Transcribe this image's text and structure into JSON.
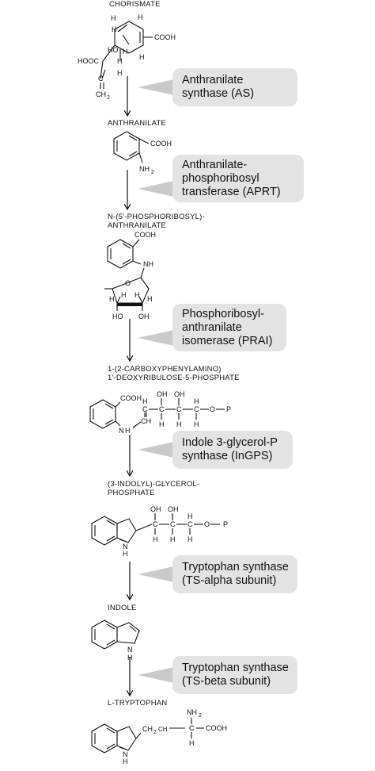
{
  "compounds": {
    "chorismate": "CHORISMATE",
    "anthranilate": "ANTHRANILATE",
    "prpp_anthranilate_1": "N-(5'-PHOSPHORIBOSYL)-",
    "prpp_anthranilate_2": "ANTHRANILATE",
    "cdrp_1": "1-(2-CARBOXYPHENYLAMINO)",
    "cdrp_2": "1'-DEOXYRIBULOSE-5-PHOSPHATE",
    "igp_1": "(3-INDOLYL)-GLYCEROL-",
    "igp_2": "PHOSPHATE",
    "indole": "INDOLE",
    "tryptophan": "L-TRYPTOPHAN"
  },
  "enzymes": {
    "as": "Anthranilate\nsynthase (AS)",
    "aprt": "Anthranilate-\nphosphoribosyl\ntransferase (APRT)",
    "prai": "Phosphoribosyl-\nanthranilate\nisomerase (PRAI)",
    "ingps": "Indole 3-glycerol-P\nsynthase (InGPS)",
    "ts_alpha": "Tryptophan synthase\n(TS-alpha subunit)",
    "ts_beta": "Tryptophan synthase\n(TS-beta subunit)"
  },
  "atoms": {
    "cooh": "COOH",
    "hooc": "HOOC",
    "ho": "HO",
    "oh": "OH",
    "h": "H",
    "c": "C",
    "ch": "CH",
    "ch2": "CH",
    "sub2": "2",
    "nh": "NH",
    "nh2": "NH",
    "n": "N",
    "o": "O",
    "p": "P",
    "dash": "–"
  }
}
